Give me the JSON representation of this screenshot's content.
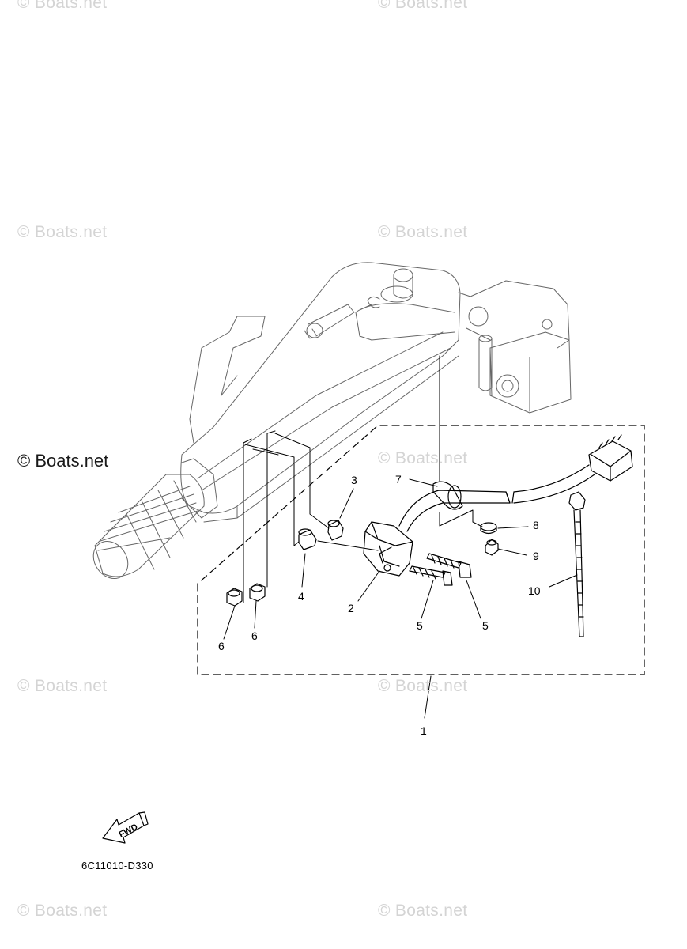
{
  "watermarks": {
    "light": "© Boats.net",
    "dark": "© Boats.net"
  },
  "parts": [
    {
      "id": "p1",
      "number": "1"
    },
    {
      "id": "p2",
      "number": "2"
    },
    {
      "id": "p3",
      "number": "3"
    },
    {
      "id": "p4",
      "number": "4"
    },
    {
      "id": "p5a",
      "number": "5"
    },
    {
      "id": "p5b",
      "number": "5"
    },
    {
      "id": "p6a",
      "number": "6"
    },
    {
      "id": "p6b",
      "number": "6"
    },
    {
      "id": "p7",
      "number": "7"
    },
    {
      "id": "p8",
      "number": "8"
    },
    {
      "id": "p9",
      "number": "9"
    },
    {
      "id": "p10",
      "number": "10"
    }
  ],
  "fwd_label": "FWD",
  "diagram_code": "6C11010-D330",
  "colors": {
    "line": "#000000",
    "watermark": "#d4d4d4"
  }
}
